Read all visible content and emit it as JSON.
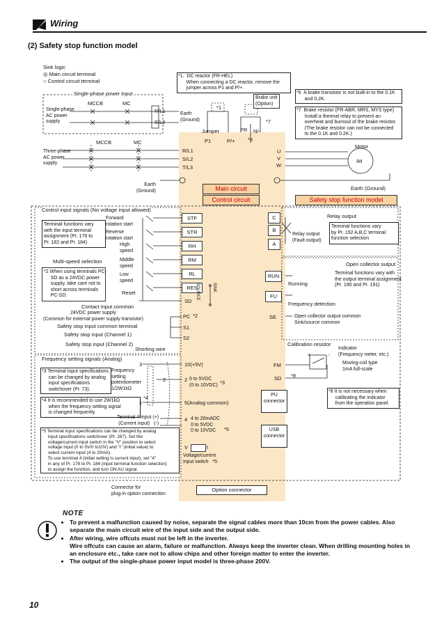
{
  "header": {
    "title": "Wiring"
  },
  "section": "(2)   Safety stop function model",
  "sink_logic": {
    "title": "Sink logic",
    "main": "Main circuit terminal",
    "control": "Control circuit terminal"
  },
  "power": {
    "single_title": "Single-phase power input",
    "single_supply": "Single-phase\nAC power\nsupply",
    "three_supply": "Three-phase\nAC power\nsupply",
    "mccb": "MCCB",
    "mc": "MC",
    "earth_left": "Earth\n(Ground)",
    "earth_mid": "Earth\n(Ground)",
    "earth_right": "Earth (Ground)",
    "jumper": "Jumper",
    "brake": "Brake unit\n(Option)",
    "motor": "Motor",
    "im": "IM"
  },
  "terminals": {
    "rl1_single": "R/L1",
    "sl2_single": "S/L2",
    "rl1": "R/L1",
    "sl2": "S/L2",
    "tl3": "T/L3",
    "u": "U",
    "v": "V",
    "w": "W",
    "p1": "P1",
    "pplus": "P/+",
    "pr": "PR",
    "nminus": "N/-",
    "star1": "*1",
    "star6": "*6",
    "star7": "*7"
  },
  "bands": {
    "main": "Main circuit",
    "control": "Control circuit",
    "safety": "Safety stop function model"
  },
  "notes_top": {
    "n1": "*1.  DC reactor (FR-HEL)\n      When connecting a DC reactor, remove the\n      jumper across P1 and P/+.",
    "n6": "*6  A brake transistor is not built-in to the 0.1K\n      and 0.2K.",
    "n7": "*7  Brake resistor (FR-ABR, MRS, MYS type)\n      Install a thermal relay to prevent an\n      overheat and burnout of the brake resistor.\n      (The brake resistor can not be connected\n      to the 0.1K and 0.2K.)"
  },
  "control_inputs": {
    "title": "Control input signals (No voltage input allowed)",
    "tf_box": "Terminal functions vary\nwith the input terminal\nassignment (Pr. 178 to\nPr. 182 and Pr. 184)",
    "forward": "Forward\nrotation start",
    "reverse": "Reverse\nrotation start",
    "multi": "Multi-speed selection",
    "high": "High\nspeed",
    "middle": "Middle\nspeed",
    "low": "Low\nspeed",
    "reset": "Reset",
    "contact": "Contact input common",
    "pc_supply": "24VDC power supply\n(Common for external power supply transistor)",
    "safety_common": "Safety stop input common terminal",
    "ch1": "Safety stop input (Channel 1)",
    "ch2": "Safety stop input (Channel 2)",
    "shorting": "Shorting wire",
    "n2": "*2 When using terminals PC-\n     SD as a 24VDC power\n     supply, take care not to\n     short across terminals\n     PC-SD.",
    "star2": "*2"
  },
  "input_terms": [
    "STF",
    "STR",
    "RH",
    "RM",
    "RL",
    "RES",
    "SD",
    "PC",
    "S1",
    "S2"
  ],
  "source_sink": {
    "source": "SOURCE",
    "sink": "SINK"
  },
  "analog": {
    "title": "Frequency setting signals (Analog)",
    "n3": "*3 Terminal input specifications\n     can be changed by analog\n     input specifications\n     switchover (Pr. 73).",
    "n4": "*4 It is recommended to use 2W1kΩ\n     when the frequency setting signal\n     is changed frequently.",
    "n5": "*5 Terminal input specifications can be changed by analog\n     input specifications switchover (Pr. 267). Set the\n     voltage/current input switch in the \"V\" position to select\n     voltage input (0 to 5V/0 to10V) and \"I\" (initial value) to\n     select current input (4 to 20mA).\n     To use terminal 4 (initial setting is current input), set \"4\"\n     in any of Pr. 178 to Pr. 184 (input terminal function selection)\n     to assign the function, and turn ON AU signal.",
    "pot": "Frequency\nsetting\npotentiometer\n1/2W1kΩ",
    "star4": "*4",
    "pin3": "3",
    "pin2": "2",
    "pin1": "1",
    "t4in": "Terminal 4 input (+)\n(Current input)   (-)",
    "t10": "10(+5V)",
    "t2": "2",
    "t2range": "0 to 5VDC\n(0 to 10VDC)",
    "star3": "*3",
    "t5": "5(Analog common)",
    "t4": "4",
    "t4range": "4 to 20mADC\n0 to 5VDC\n0 to 10VDC",
    "star5": "*5",
    "v": "V",
    "i": "I",
    "switch": "Voltage/current\ninput switch   *5"
  },
  "option": {
    "conn_label": "Connector for\nplug-in option connection",
    "conn_box": "Option connector"
  },
  "relay": {
    "title": "Relay output",
    "c": "C",
    "b": "B",
    "a": "A",
    "label": "Relay output\n(Fault output)",
    "tf": "Terminal functions vary\nby Pr. 192 A,B,C terminal\nfunction selection"
  },
  "opencol": {
    "title": "Open collector output",
    "run": "RUN",
    "fu": "FU",
    "se": "SE",
    "running": "Running",
    "freqdet": "Frequency detection",
    "common": "Open collector output common\nSink/source common",
    "tf": "Terminal functions vary with\nthe output terminal assignment\n(Pr. 190 and Pr. 191)"
  },
  "meter": {
    "cal": "Calibration resistor",
    "indicator": "Indicator\n(Frequency meter, etc.)",
    "type": "Moving-coil type\n1mA full-scale",
    "fm": "FM",
    "sd": "SD",
    "star8": "*8",
    "plus": "+",
    "minus": "-",
    "n8": "*8 It is not necessary when\n     calibrating the indicator\n     from the operation panel."
  },
  "pu": "PU\nconnector",
  "usb": "USB\nconnector",
  "note": {
    "title": "NOTE",
    "items": [
      "To prevent a malfunction caused by noise, separate the signal cables more than 10cm from the power cables. Also separate the main circuit wire of the input side and the output side.",
      "After wiring, wire offcuts must not be left in the inverter.\nWire offcuts can cause an alarm, failure or malfunction. Always keep the inverter clean. When drilling mounting holes in an enclosure etc., take care not to allow chips and other foreign matter to enter the inverter.",
      "The output of the single-phase power input model is three-phase 200V."
    ]
  },
  "page_number": "10",
  "colors": {
    "inverter": "#fbe7c6",
    "band": "#f7d2a2",
    "band_text": "#cc0000"
  }
}
